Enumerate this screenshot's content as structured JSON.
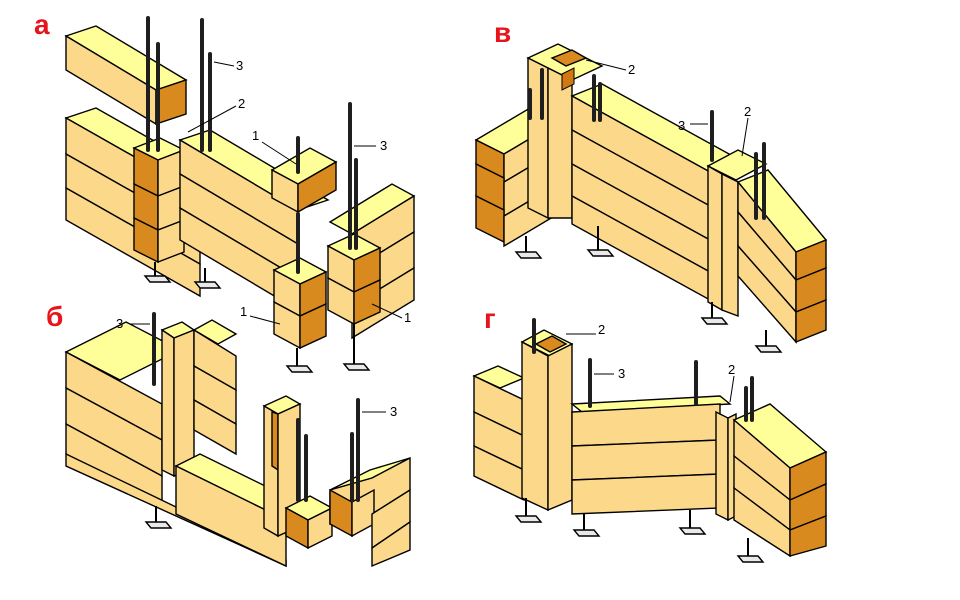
{
  "panels": [
    {
      "key": "a",
      "letter": "а",
      "callouts": [
        "1",
        "1",
        "1",
        "2",
        "3",
        "3"
      ]
    },
    {
      "key": "v",
      "letter": "в",
      "callouts": [
        "2",
        "2",
        "3"
      ]
    },
    {
      "key": "b",
      "letter": "б",
      "callouts": [
        "3",
        "3"
      ]
    },
    {
      "key": "g",
      "letter": "г",
      "callouts": [
        "2",
        "2",
        "3"
      ]
    }
  ],
  "colors": {
    "letter": "#e8141c",
    "top": "#ffff99",
    "side": "#fcd98a",
    "end": "#d98a1e"
  }
}
